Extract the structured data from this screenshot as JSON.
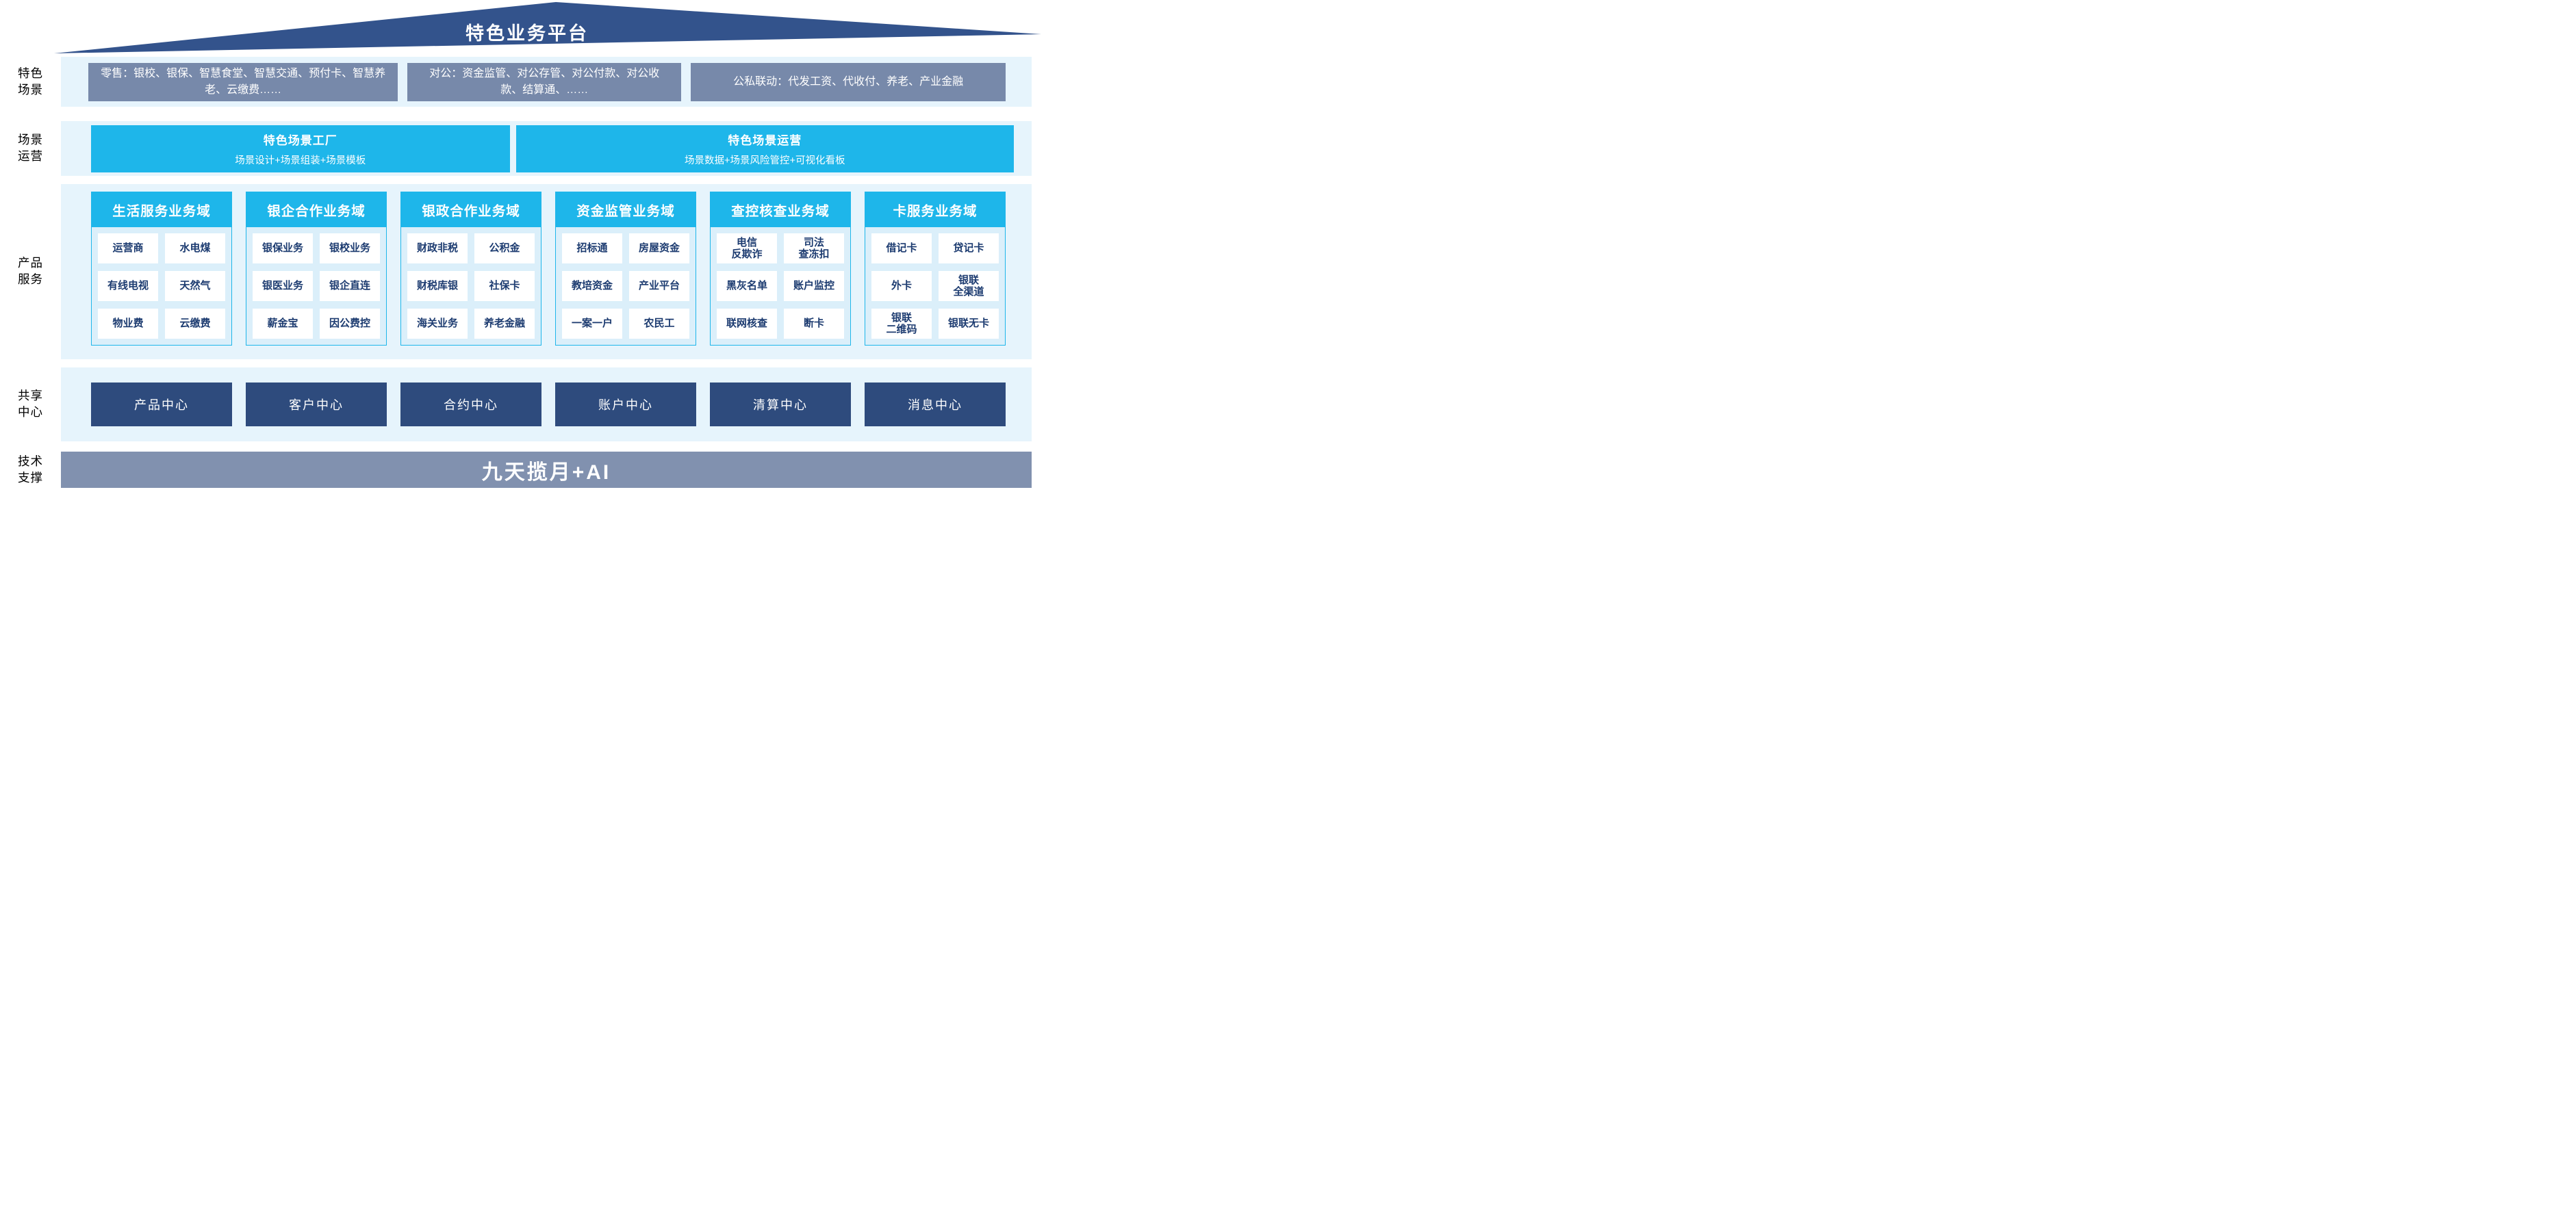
{
  "roof": {
    "title": "特色业务平台"
  },
  "sidebar": {
    "scenarios": [
      "特色",
      "场景"
    ],
    "operation": [
      "场景",
      "运营"
    ],
    "products": [
      "产品",
      "服务"
    ],
    "shared": [
      "共享",
      "中心"
    ],
    "tech": [
      "技术",
      "支撑"
    ]
  },
  "scenario_boxes": [
    {
      "text": "零售：银校、银保、智慧食堂、智慧交通、预付卡、智慧养老、云缴费……"
    },
    {
      "text": "对公：资金监管、对公存管、对公付款、对公收款、结算通、……"
    },
    {
      "text": "公私联动：代发工资、代收付、养老、产业金融"
    }
  ],
  "operation_boxes": [
    {
      "title": "特色场景工厂",
      "subtitle": "场景设计+场景组装+场景模板"
    },
    {
      "title": "特色场景运营",
      "subtitle": "场景数据+场景风险管控+可视化看板"
    }
  ],
  "product_domains": [
    {
      "header": "生活服务业务域",
      "cells": [
        [
          "运营商",
          "水电煤"
        ],
        [
          "有线电视",
          "天然气"
        ],
        [
          "物业费",
          "云缴费"
        ]
      ]
    },
    {
      "header": "银企合作业务域",
      "cells": [
        [
          "银保业务",
          "银校业务"
        ],
        [
          "银医业务",
          "银企直连"
        ],
        [
          "薪金宝",
          "因公费控"
        ]
      ]
    },
    {
      "header": "银政合作业务域",
      "cells": [
        [
          "财政非税",
          "公积金"
        ],
        [
          "财税库银",
          "社保卡"
        ],
        [
          "海关业务",
          "养老金融"
        ]
      ]
    },
    {
      "header": "资金监管业务域",
      "cells": [
        [
          "招标通",
          "房屋资金"
        ],
        [
          "教培资金",
          "产业平台"
        ],
        [
          "一案一户",
          "农民工"
        ]
      ]
    },
    {
      "header": "查控核查业务域",
      "cells": [
        [
          "电信\n反欺诈",
          "司法\n查冻扣"
        ],
        [
          "黑灰名单",
          "账户监控"
        ],
        [
          "联网核查",
          "断卡"
        ]
      ]
    },
    {
      "header": "卡服务业务域",
      "cells": [
        [
          "借记卡",
          "贷记卡"
        ],
        [
          "外卡",
          "银联\n全渠道"
        ],
        [
          "银联\n二维码",
          "银联无卡"
        ]
      ]
    }
  ],
  "shared_centers": [
    "产品中心",
    "客户中心",
    "合约中心",
    "账户中心",
    "清算中心",
    "消息中心"
  ],
  "tech_bar": {
    "text": "九天揽月+AI"
  },
  "colors": {
    "roof_navy": "#33538C",
    "center_navy": "#2E4B7D",
    "cyan_accent": "#1EB6EA",
    "gray_slate": "#7789AA",
    "tech_gray": "#8191AF",
    "band_bg": "#E6F4FC",
    "domain_body_bg": "#DBEFFA",
    "cell_text": "#1C3B70"
  }
}
